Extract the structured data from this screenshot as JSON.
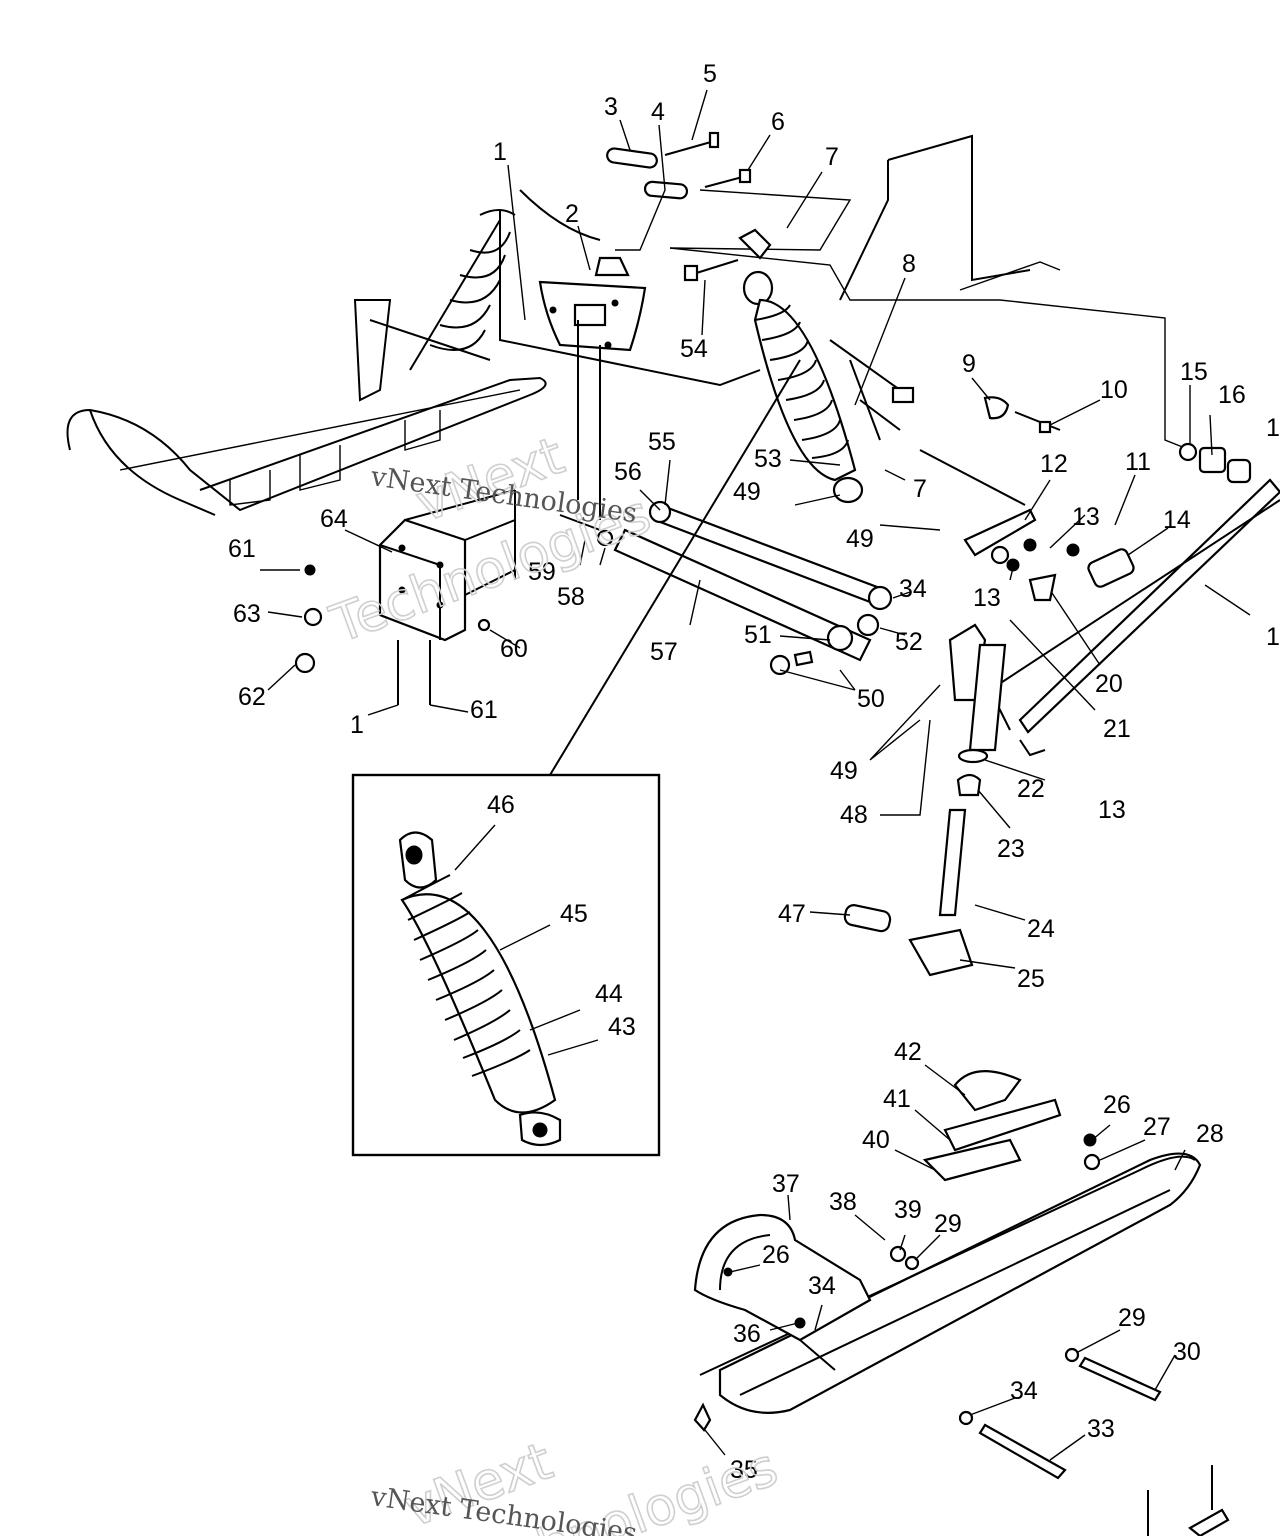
{
  "callouts": {
    "c1a": "1",
    "c1b": "1",
    "c2": "2",
    "c3": "3",
    "c4": "4",
    "c5": "5",
    "c6": "6",
    "c7a": "7",
    "c7b": "7",
    "c8": "8",
    "c9": "9",
    "c10": "10",
    "c11": "11",
    "c12": "12",
    "c13a": "13",
    "c13b": "13",
    "c13c": "13",
    "c14": "14",
    "c15": "15",
    "c16": "16",
    "c17": "1",
    "c18": "1",
    "c20": "20",
    "c21": "21",
    "c22": "22",
    "c23": "23",
    "c24": "24",
    "c25": "25",
    "c26a": "26",
    "c26b": "26",
    "c27": "27",
    "c28": "28",
    "c29a": "29",
    "c29b": "29",
    "c30": "30",
    "c33": "33",
    "c34a": "34",
    "c34b": "34",
    "c34c": "34",
    "c35": "35",
    "c36": "36",
    "c37": "37",
    "c38": "38",
    "c39": "39",
    "c40": "40",
    "c41": "41",
    "c42": "42",
    "c43": "43",
    "c44": "44",
    "c45": "45",
    "c46": "46",
    "c47": "47",
    "c48": "48",
    "c49a": "49",
    "c49b": "49",
    "c49c": "49",
    "c50": "50",
    "c51": "51",
    "c52": "52",
    "c53": "53",
    "c54": "54",
    "c55": "55",
    "c56": "56",
    "c57": "57",
    "c58": "58",
    "c59": "59",
    "c60": "60",
    "c61a": "61",
    "c61b": "61",
    "c62": "62",
    "c63": "63",
    "c64": "64"
  },
  "watermark": {
    "brand": "vNext",
    "brand_sub": "Technologies",
    "company": "vNext Technologies"
  }
}
